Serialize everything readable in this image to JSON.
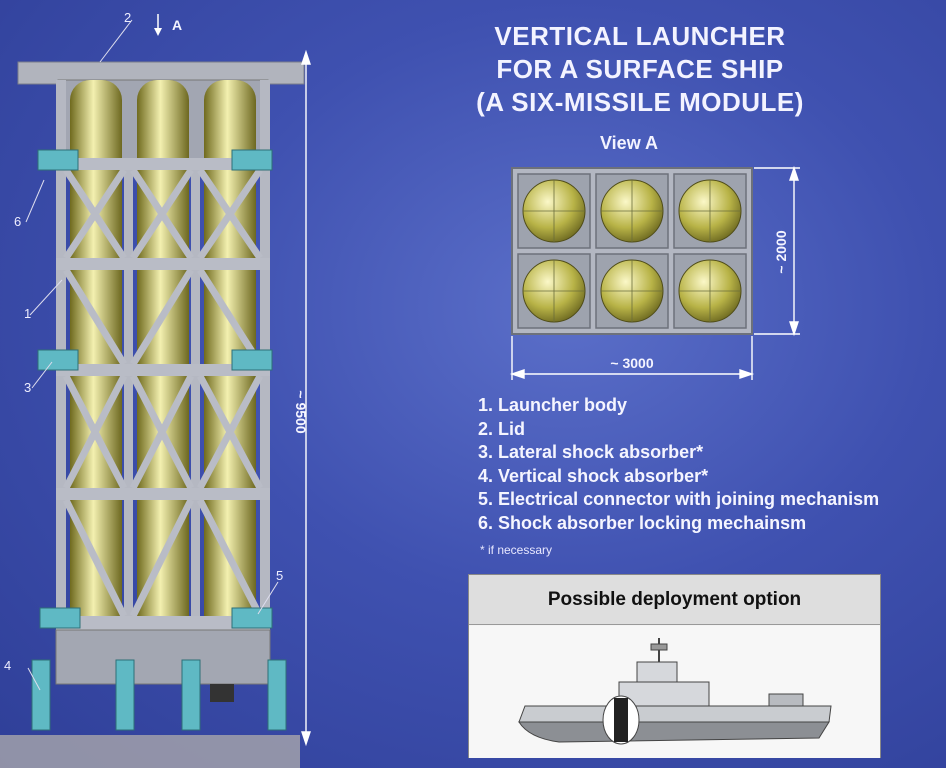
{
  "title_lines": [
    "VERTICAL LAUNCHER",
    "FOR A SURFACE SHIP",
    "(A SIX-MISSILE MODULE)"
  ],
  "view_label": "View A",
  "view_arrow_label": "A",
  "dimensions": {
    "height": "~ 9500",
    "width": "~ 3000",
    "depth": "~ 2000"
  },
  "callouts": [
    "1",
    "2",
    "3",
    "4",
    "5",
    "6"
  ],
  "legend": [
    "1. Launcher body",
    "2. Lid",
    "3. Lateral shock absorber*",
    "4. Vertical shock absorber*",
    "5. Electrical connector with joining mechanism",
    "6. Shock absorber locking mechainsm"
  ],
  "footnote": "* if necessary",
  "deployment": {
    "title": "Possible deployment option"
  },
  "colors": {
    "background": "#3f51b0",
    "frame": "#a9adb8",
    "missile": "#c9c46a",
    "absorber": "#5fb9c4"
  }
}
